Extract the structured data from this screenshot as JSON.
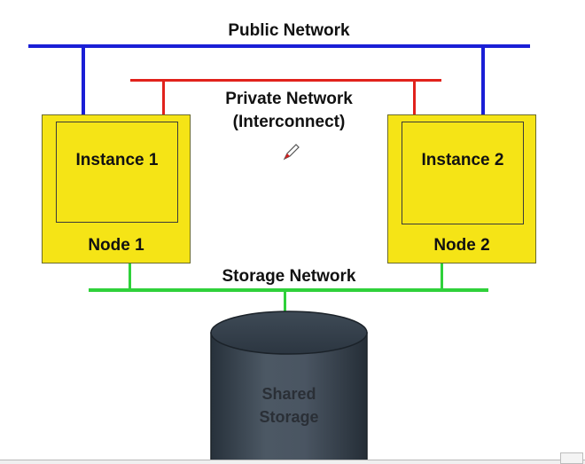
{
  "networks": {
    "public": {
      "label": "Public Network",
      "color": "#1a1fd6"
    },
    "private": {
      "label_line1": "Private Network",
      "label_line2": "(Interconnect)",
      "color": "#e1221c"
    },
    "storage": {
      "label": "Storage Network",
      "color": "#2fd13a"
    }
  },
  "nodes": [
    {
      "instance_label": "Instance 1",
      "node_label": "Node 1"
    },
    {
      "instance_label": "Instance 2",
      "node_label": "Node 2"
    }
  ],
  "storage": {
    "label_line1": "Shared",
    "label_line2": "Storage",
    "color": "#3f4a55"
  },
  "colors": {
    "node_fill": "#f5e416"
  },
  "icons": {
    "cursor": "pen-cursor-icon"
  }
}
